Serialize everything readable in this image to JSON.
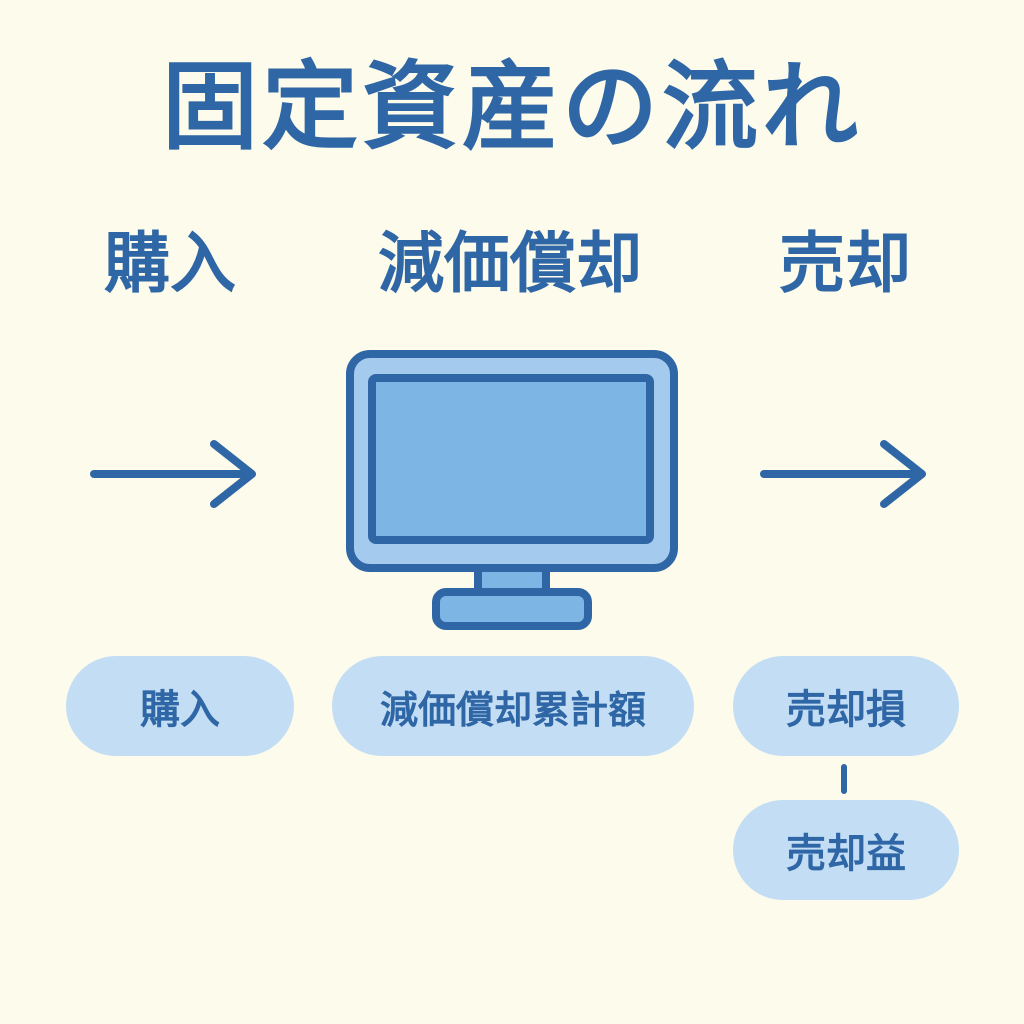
{
  "title": "固定資産の流れ",
  "stages": {
    "purchase": "購入",
    "depreciation": "減価償却",
    "sale": "売却"
  },
  "pills": {
    "purchase": "購入",
    "accumulated_depreciation": "減価償却累計額",
    "sale_loss": "売却損",
    "sale_gain": "売却益"
  },
  "icons": {
    "center": "monitor-icon",
    "left_arrow": "arrow-right-icon",
    "right_arrow": "arrow-right-icon"
  },
  "colors": {
    "background": "#fdfbeb",
    "primary": "#2f66a6",
    "pill": "#c3def4",
    "screen": "#7db6e4",
    "bezel": "#a4cbee"
  }
}
